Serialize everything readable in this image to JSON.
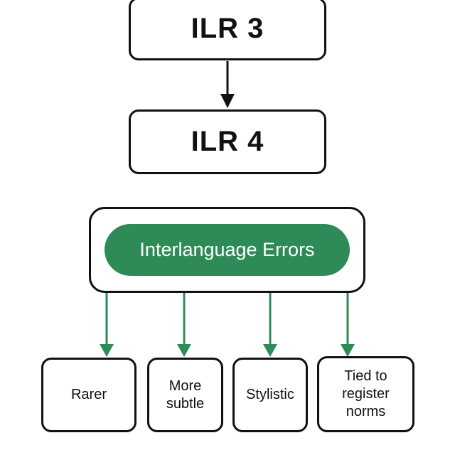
{
  "levels": {
    "top": "ILR 3",
    "bottom": "ILR 4"
  },
  "errors_label": "Interlanguage Errors",
  "traits": [
    {
      "label": "Rarer"
    },
    {
      "label": "More\nsubtle"
    },
    {
      "label": "Stylistic"
    },
    {
      "label": "Tied to\nregister\nnorms"
    }
  ],
  "colors": {
    "accent_green": "#2e8b57",
    "stroke": "#111111",
    "background": "#ffffff"
  }
}
